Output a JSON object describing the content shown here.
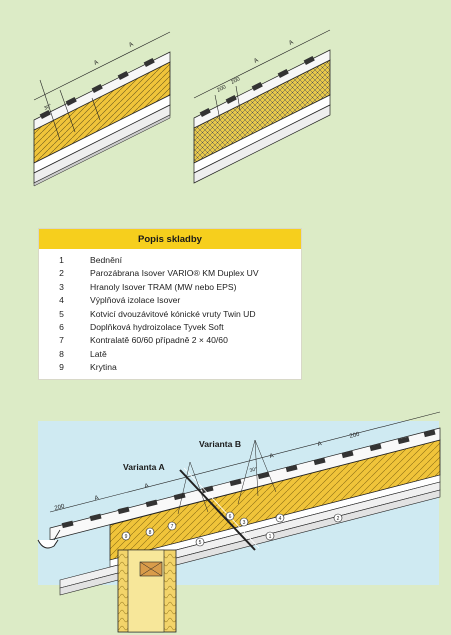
{
  "legend": {
    "title": "Popis skladby",
    "items": [
      {
        "num": "1",
        "text": "Bednění"
      },
      {
        "num": "2",
        "text": "Parozábrana Isover VARIO® KM Duplex UV"
      },
      {
        "num": "3",
        "text": "Hranoly Isover TRAM (MW nebo EPS)"
      },
      {
        "num": "4",
        "text": "Výplňová izolace Isover"
      },
      {
        "num": "5",
        "text": "Kotvicí dvouzávitové kónické vruty Twin UD"
      },
      {
        "num": "6",
        "text": "Doplňková hydroizolace Tyvek Soft"
      },
      {
        "num": "7",
        "text": "Kontralatě 60/60 případně 2 × 40/60"
      },
      {
        "num": "8",
        "text": "Latě"
      },
      {
        "num": "9",
        "text": "Krytina"
      }
    ]
  },
  "diagram_top_left": {
    "dim_a1": "A",
    "dim_a2": "A",
    "angle": "30°"
  },
  "diagram_top_right": {
    "dim_a1": "A",
    "dim_a2": "A",
    "dim_200a": "200",
    "dim_200b": "200"
  },
  "diagram_bottom": {
    "varianta_a": "Varianta A",
    "varianta_b": "Varianta B",
    "dim_200_left": "200",
    "dim_a_1": "A",
    "dim_a_2": "A",
    "dim_a_3": "A",
    "dim_a_4": "A",
    "dim_200_right": "200",
    "angle": "30°",
    "callouts": [
      "1",
      "2",
      "3",
      "4",
      "5",
      "6",
      "7",
      "8",
      "9"
    ]
  },
  "colors": {
    "background": "#dcebc6",
    "legend_header": "#f6cf1d",
    "insulation": "#f0c43a",
    "panel": "#cfeaf2"
  }
}
